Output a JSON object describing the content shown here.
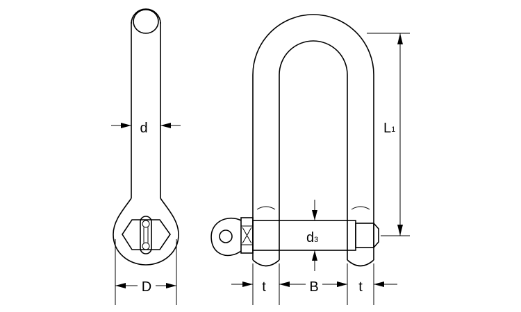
{
  "labels": {
    "d": "d",
    "D": "D",
    "L1_main": "L",
    "L1_sub": "1",
    "d3_main": "d",
    "d3_sub": "3",
    "t_left": "t",
    "B": "B",
    "t_right": "t"
  }
}
